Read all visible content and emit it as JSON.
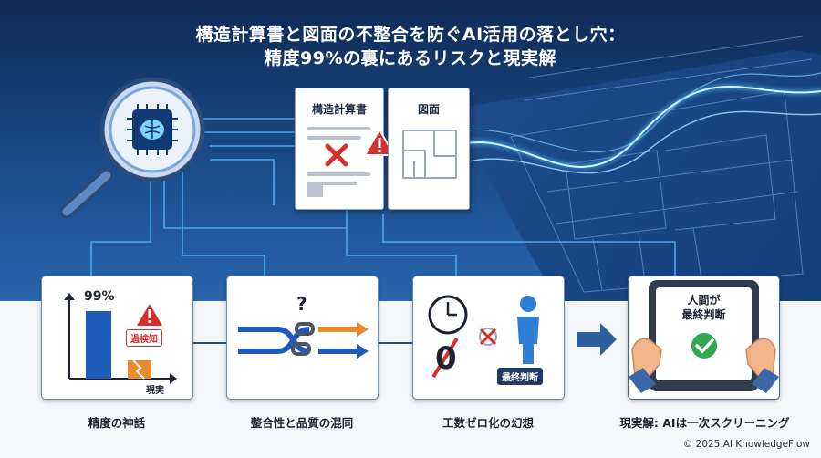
{
  "title": {
    "line1": "構造計算書と図面の不整合を防ぐAI活用の落とし穴：",
    "line2": "精度99%の裏にあるリスクと現実解"
  },
  "documents": {
    "calc_label": "構造計算書",
    "drawing_label": "図面"
  },
  "cards": [
    {
      "badge_value": "99%",
      "tag": "過検知",
      "axis_label": "現実",
      "caption": "精度の神話"
    },
    {
      "question_mark": "?",
      "caption": "整合性と品質の混同"
    },
    {
      "zero": "0",
      "tag": "最終判断",
      "caption": "工数ゼロ化の幻想"
    },
    {
      "screen_text_1": "人間が",
      "screen_text_2": "最終判断",
      "caption": "現実解: AIは一次スクリーニング"
    }
  ],
  "colors": {
    "accent_blue": "#1e5bb8",
    "warning_red": "#d62f2f",
    "orange": "#e98a2c",
    "check_green": "#2fa84f"
  },
  "icons": [
    "magnifier-ai-chip-icon",
    "warning-icon",
    "x-mark-icon",
    "clock-icon",
    "person-icon",
    "tablet-icon",
    "check-icon",
    "arrow-right-icon"
  ],
  "copyright": "© 2025 AI KnowledgeFlow"
}
